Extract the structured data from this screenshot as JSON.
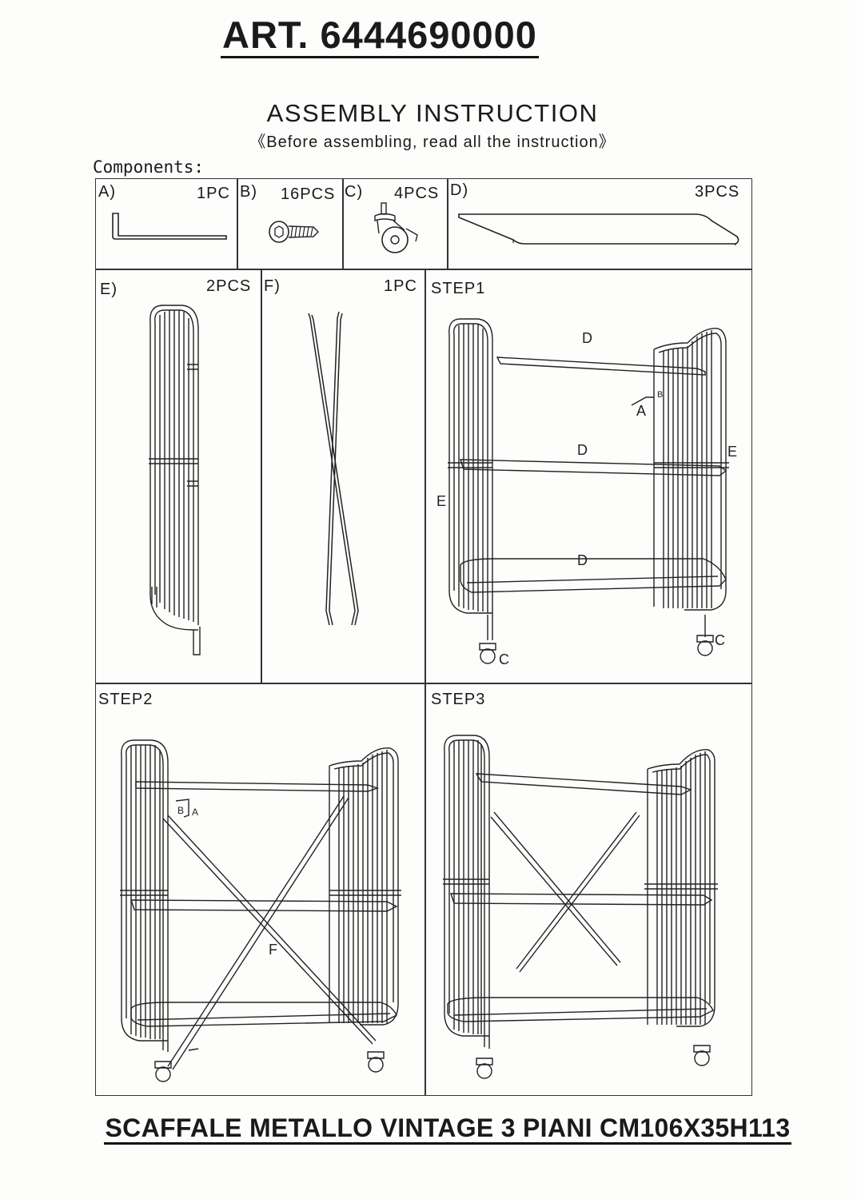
{
  "header": {
    "article": "ART. 6444690000",
    "title": "ASSEMBLY INSTRUCTION",
    "subtitle": "《Before assembling, read all the instruction》",
    "components_label": "Components:"
  },
  "components": [
    {
      "letter": "A)",
      "qty": "1PC",
      "icon": "allen-key-icon"
    },
    {
      "letter": "B)",
      "qty": "16PCS",
      "icon": "screw-icon"
    },
    {
      "letter": "C)",
      "qty": "4PCS",
      "icon": "caster-wheel-icon"
    },
    {
      "letter": "D)",
      "qty": "3PCS",
      "icon": "shelf-board-icon"
    },
    {
      "letter": "E)",
      "qty": "2PCS",
      "icon": "side-frame-icon"
    },
    {
      "letter": "F)",
      "qty": "1PC",
      "icon": "cross-brace-icon"
    }
  ],
  "steps": [
    {
      "label": "STEP1",
      "callouts": [
        "D",
        "D",
        "D",
        "A",
        "B",
        "E",
        "E",
        "C",
        "C"
      ]
    },
    {
      "label": "STEP2",
      "callouts": [
        "B",
        "A",
        "F"
      ]
    },
    {
      "label": "STEP3",
      "callouts": []
    }
  ],
  "footer": {
    "product": "SCAFFALE METALLO VINTAGE 3 PIANI CM106X35H113"
  }
}
